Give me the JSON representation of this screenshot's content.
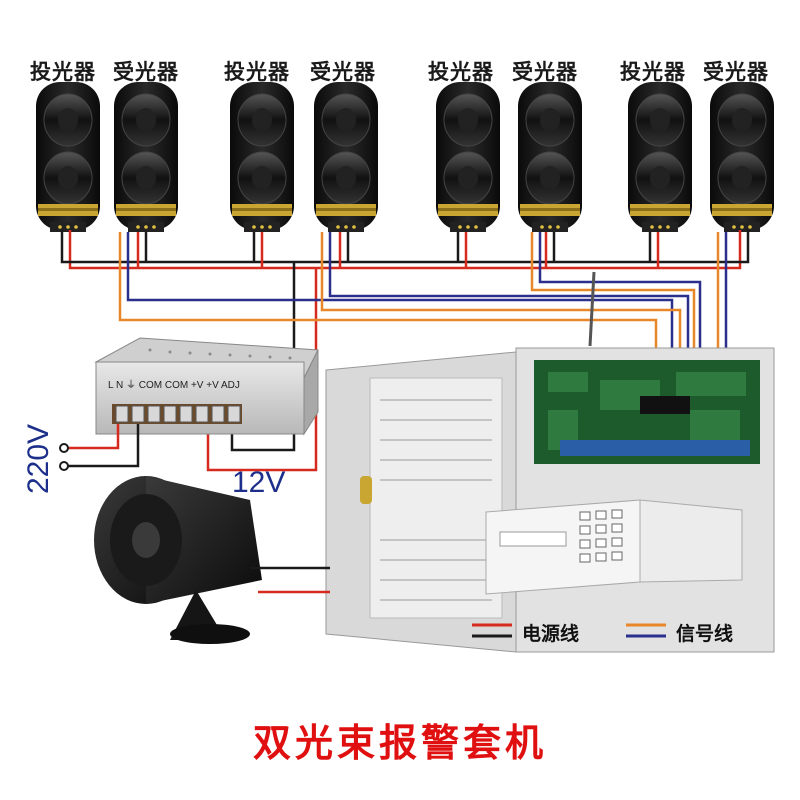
{
  "diagram": {
    "title": "双光束报警套机",
    "sensor_pairs": [
      {
        "transmitter_label": "投光器",
        "receiver_label": "受光器"
      },
      {
        "transmitter_label": "投光器",
        "receiver_label": "受光器"
      },
      {
        "transmitter_label": "投光器",
        "receiver_label": "受光器"
      },
      {
        "transmitter_label": "投光器",
        "receiver_label": "受光器"
      }
    ],
    "voltage_in": "220V",
    "voltage_out": "12V",
    "psu_terminals": "L  N  ⏚  COM COM  +V  +V  ADJ",
    "legend": {
      "power_line": "电源线",
      "signal_line": "信号线"
    },
    "colors": {
      "power_red": "#d62a1e",
      "power_black": "#1a1a1a",
      "signal_orange": "#e8872a",
      "signal_blue": "#2a2f8c",
      "title": "#e01010"
    },
    "icons": [
      "beam-transmitter-icon",
      "beam-receiver-icon",
      "power-supply-icon",
      "alarm-panel-icon",
      "keypad-icon",
      "siren-horn-icon",
      "antenna-icon"
    ]
  }
}
